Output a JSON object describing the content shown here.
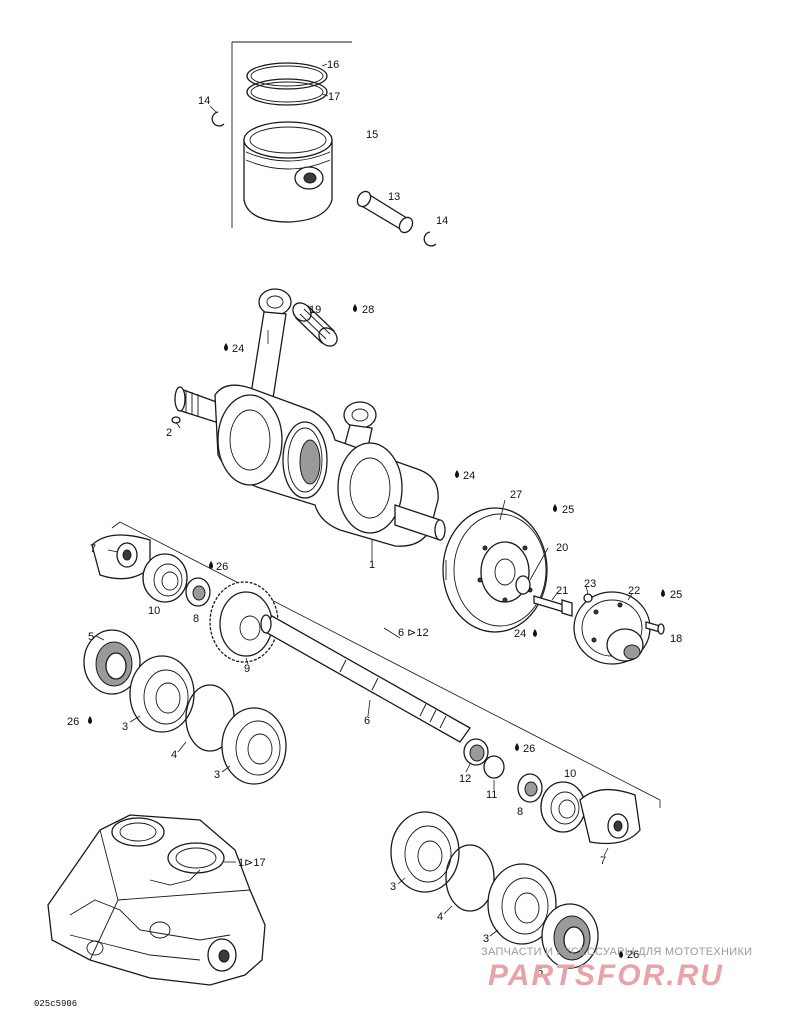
{
  "callouts": [
    {
      "id": "c16",
      "text": "16"
    },
    {
      "id": "c17",
      "text": "17"
    },
    {
      "id": "c14a",
      "text": "14"
    },
    {
      "id": "c15",
      "text": "15"
    },
    {
      "id": "c13",
      "text": "13"
    },
    {
      "id": "c14b",
      "text": "14"
    },
    {
      "id": "c19",
      "text": "19"
    },
    {
      "id": "c28",
      "text": "28"
    },
    {
      "id": "c24a",
      "text": "24"
    },
    {
      "id": "c2",
      "text": "2"
    },
    {
      "id": "c24b",
      "text": "24"
    },
    {
      "id": "c27",
      "text": "27"
    },
    {
      "id": "c25a",
      "text": "25"
    },
    {
      "id": "c20",
      "text": "20"
    },
    {
      "id": "c1",
      "text": "1"
    },
    {
      "id": "c7a",
      "text": "7"
    },
    {
      "id": "c26a",
      "text": "26"
    },
    {
      "id": "c10a",
      "text": "10"
    },
    {
      "id": "c8a",
      "text": "8"
    },
    {
      "id": "c21",
      "text": "21"
    },
    {
      "id": "c23",
      "text": "23"
    },
    {
      "id": "c22",
      "text": "22"
    },
    {
      "id": "c25b",
      "text": "25"
    },
    {
      "id": "c24c",
      "text": "24"
    },
    {
      "id": "c18",
      "text": "18"
    },
    {
      "id": "c5a",
      "text": "5"
    },
    {
      "id": "c6to12",
      "text": "6 ⊳12"
    },
    {
      "id": "c9",
      "text": "9"
    },
    {
      "id": "c26b",
      "text": "26"
    },
    {
      "id": "c3a",
      "text": "3"
    },
    {
      "id": "c6",
      "text": "6"
    },
    {
      "id": "c4a",
      "text": "4"
    },
    {
      "id": "c3b",
      "text": "3"
    },
    {
      "id": "c26c",
      "text": "26"
    },
    {
      "id": "c12",
      "text": "12"
    },
    {
      "id": "c11",
      "text": "11"
    },
    {
      "id": "c10b",
      "text": "10"
    },
    {
      "id": "c8b",
      "text": "8"
    },
    {
      "id": "c7b",
      "text": "7"
    },
    {
      "id": "c1to17",
      "text": "1⊳17"
    },
    {
      "id": "c3c",
      "text": "3"
    },
    {
      "id": "c4b",
      "text": "4"
    },
    {
      "id": "c3d",
      "text": "3"
    },
    {
      "id": "c26d",
      "text": "26"
    },
    {
      "id": "c5b",
      "text": "5"
    }
  ],
  "watermark": {
    "tagline": "ЗАПЧАСТИ И АКСЕССУАРЫ ДЛЯ МОТОТЕХНИКИ",
    "brand": "PARTSFOR.RU"
  },
  "drawing_code": "025c5906"
}
